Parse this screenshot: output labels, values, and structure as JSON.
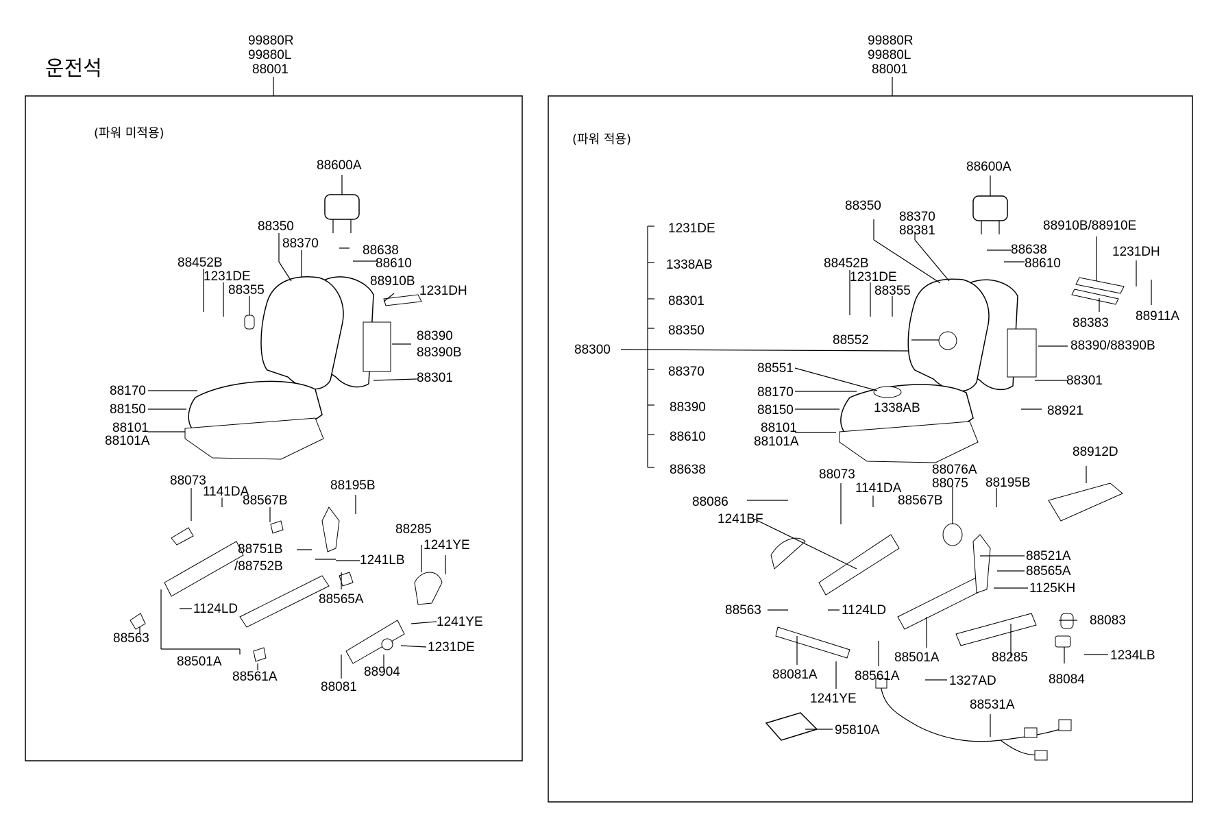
{
  "page_title": "운전석",
  "left_panel": {
    "header_codes": [
      "99880R",
      "99880L",
      "88001"
    ],
    "note": "(파워 미적용)",
    "labels": {
      "p88600A": "88600A",
      "p88350": "88350",
      "p88370": "88370",
      "p88638": "88638",
      "p88610": "88610",
      "p88452B": "88452B",
      "p1231DE_a": "1231DE",
      "p88355": "88355",
      "p88910B": "88910B",
      "p1231DH": "1231DH",
      "p88390": "88390",
      "p88390B": "88390B",
      "p88301": "88301",
      "p88170": "88170",
      "p88150": "88150",
      "p88101": "88101",
      "p88101A": "88101A",
      "p88073": "88073",
      "p1141DA": "1141DA",
      "p88567B": "88567B",
      "p88195B": "88195B",
      "p88751B": "88751B",
      "p88752B": "/88752B",
      "p1241LB": "1241LB",
      "p88285": "88285",
      "p1241YE_a": "1241YE",
      "p88565A": "88565A",
      "p1124LD": "1124LD",
      "p88563": "88563",
      "p1241YE_b": "1241YE",
      "p88501A": "88501A",
      "p1231DE_b": "1231DE",
      "p88561A": "88561A",
      "p88904": "88904",
      "p88081": "88081"
    }
  },
  "right_panel": {
    "header_codes": [
      "99880R",
      "99880L",
      "88001"
    ],
    "note": "(파워 적용)",
    "assembly": {
      "code": "88300",
      "items": [
        "1231DE",
        "1338AB",
        "88301",
        "88350",
        "88370",
        "88390",
        "88610",
        "88638"
      ]
    },
    "labels": {
      "p88600A": "88600A",
      "p88350": "88350",
      "p88370": "88370",
      "p88381": "88381",
      "p88638": "88638",
      "p88610": "88610",
      "p88452B": "88452B",
      "p1231DE": "1231DE",
      "p88355": "88355",
      "p88552": "88552",
      "p88910B_E": "88910B/88910E",
      "p1231DH": "1231DH",
      "p88383": "88383",
      "p88911A": "88911A",
      "p88390_88390B": "88390/88390B",
      "p88301": "88301",
      "p88551": "88551",
      "p88170": "88170",
      "p1338AB": "1338AB",
      "p88150": "88150",
      "p88101": "88101",
      "p88101A": "88101A",
      "p88921": "88921",
      "p88073": "88073",
      "p1141DA": "1141DA",
      "p88076A": "88076A",
      "p88075": "88075",
      "p88195B": "88195B",
      "p88912D": "88912D",
      "p88086": "88086",
      "p1241BF": "1241BF",
      "p88567B": "88567B",
      "p88521A": "88521A",
      "p88565A": "88565A",
      "p1125KH": "1125KH",
      "p88563": "88563",
      "p1124LD": "1124LD",
      "p88083": "88083",
      "p88501A": "88501A",
      "p88285": "88285",
      "p88081A": "88081A",
      "p88561A": "88561A",
      "p88084": "88084",
      "p1234LB": "1234LB",
      "p1241YE": "1241YE",
      "p1327AD": "1327AD",
      "p88531A": "88531A",
      "p95810A": "95810A"
    }
  }
}
